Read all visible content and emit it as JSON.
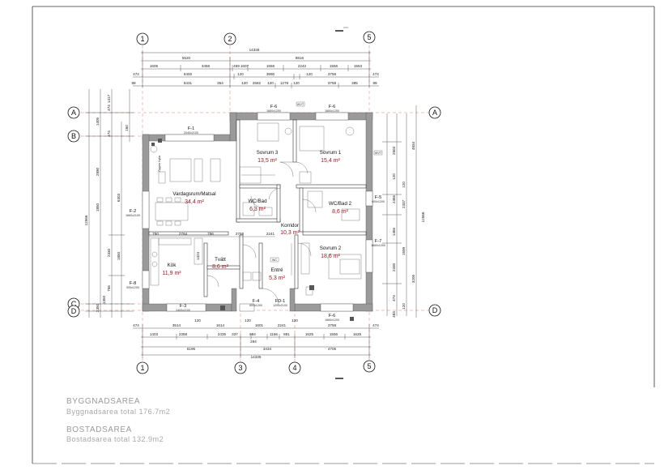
{
  "grid": {
    "top": [
      "1",
      "2",
      "5"
    ],
    "bottom": [
      "1",
      "3",
      "4",
      "5"
    ],
    "left": [
      "A",
      "B",
      "C",
      "D"
    ],
    "right": [
      "A",
      "D"
    ]
  },
  "dims_top": {
    "row1": [
      "14336"
    ],
    "row2": [
      "5520",
      "8816"
    ],
    "row3": [
      "1605",
      "3456",
      "459",
      "1607",
      "1556",
      "2242",
      "1556",
      "1553"
    ],
    "row4": [
      "474",
      "5400",
      "120",
      "3990",
      "120",
      "3758",
      "474"
    ],
    "row5": [
      "89",
      "5431",
      "354",
      "120",
      "2582",
      "120",
      "1278",
      "120",
      "3758",
      "385",
      "89"
    ]
  },
  "dims_bottom": {
    "row1": [
      "474",
      "120",
      "120",
      "120",
      "474"
    ],
    "row1b": [
      "3514",
      "1614",
      "1601",
      "2241",
      "3758"
    ],
    "row2": [
      "1403",
      "2358",
      "2435",
      "337",
      "984",
      "1156",
      "881",
      "1625",
      "1556",
      "1625"
    ],
    "row2b": [
      "294"
    ],
    "row3": [
      "6196",
      "3434",
      "4706"
    ],
    "row4": [
      "14336"
    ]
  },
  "dims_inner": [
    "750",
    "2764",
    "756",
    "2758",
    "2241",
    "1324"
  ],
  "dims_left": [
    "1417",
    "474",
    "1405",
    "160",
    "474",
    "2890",
    "1850",
    "6303",
    "12566",
    "2330",
    "1850",
    "756",
    "1350",
    "2350"
  ],
  "dims_right": [
    "2803",
    "120",
    "2465",
    "4834",
    "120",
    "2337",
    "1465",
    "1599",
    "12566",
    "2330",
    "3205",
    "474",
    "120",
    "483"
  ],
  "rooms": [
    {
      "name": "Vardagsrum/Matsal",
      "area": "34,4 m²"
    },
    {
      "name": "Sovrum 3",
      "area": "13,5 m²"
    },
    {
      "name": "Sovrum 1",
      "area": "15,4 m²"
    },
    {
      "name": "WC/Bad",
      "area": "6,3 m²"
    },
    {
      "name": "WC/Bad 2",
      "area": "8,6 m²"
    },
    {
      "name": "Korridor",
      "area": "10,3 m²"
    },
    {
      "name": "Sovrum 2",
      "area": "18,6 m²"
    },
    {
      "name": "Kök",
      "area": "11,9 m²"
    },
    {
      "name": "Tvätt",
      "area": "8,6 m²"
    },
    {
      "name": "Entré",
      "area": "5,3 m²"
    }
  ],
  "openings": [
    {
      "name": "F-1",
      "size": "2040x2100"
    },
    {
      "name": "F-6",
      "size": "1660x1200"
    },
    {
      "name": "F-6",
      "size": "1660x1200"
    },
    {
      "name": "F-2",
      "size": "1660x2100"
    },
    {
      "name": "F-5",
      "size": "600x1200"
    },
    {
      "name": "F-7",
      "size": "1660x1200"
    },
    {
      "name": "F-8",
      "size": "900x1200"
    },
    {
      "name": "F-3",
      "size": "2400x2100"
    },
    {
      "name": "F-4",
      "size": "600x1200"
    },
    {
      "name": "FD-1",
      "size": "1200x2100"
    },
    {
      "name": "F-6",
      "size": "1660x1200"
    }
  ],
  "misc_labels": {
    "open_shelf": "Öppen hylla",
    "wall_tag": "WVT",
    "window_tag": "WC"
  },
  "summary": {
    "byggnad_title": "BYGGNADSAREA",
    "byggnad_line": "Byggnadsarea total 176.7m2",
    "bostad_title": "BOSTADSAREA",
    "bostad_line": "Bostadsarea total 132.9m2"
  }
}
